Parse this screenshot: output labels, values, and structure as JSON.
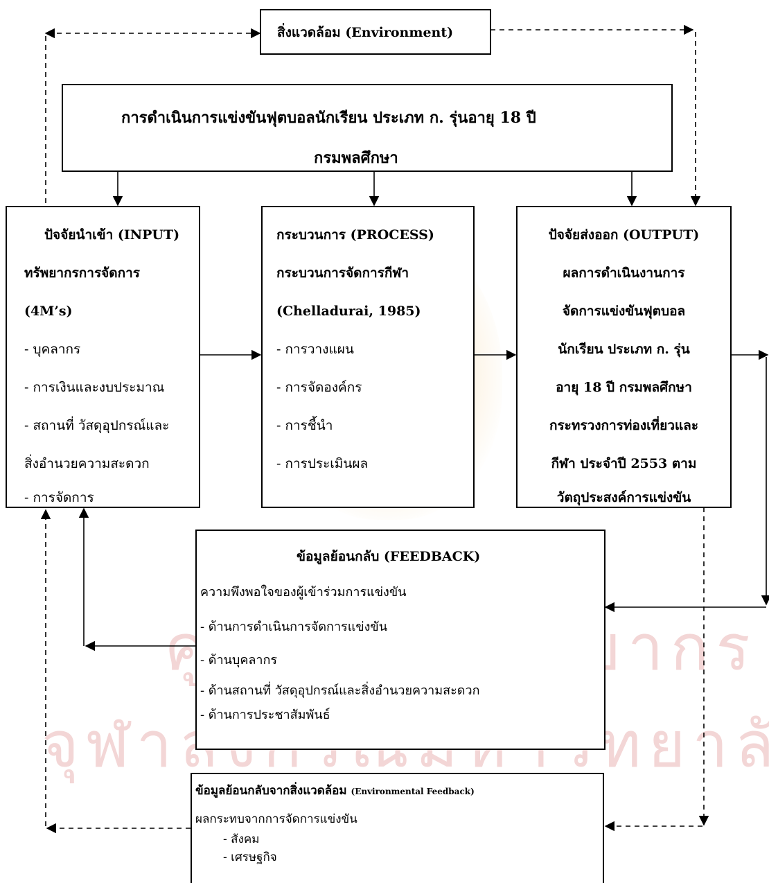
{
  "environment": {
    "label": "สิ่งแวดล้อม (Environment)"
  },
  "title": {
    "line1": "การดำเนินการแข่งขันฟุตบอลนักเรียน ประเภท ก. รุ่นอายุ 18 ปี",
    "line2": "กรมพลศึกษา"
  },
  "input": {
    "heading": "ปัจจัยนำเข้า (INPUT)",
    "subheading": "ทรัพยากรการจัดการ",
    "subheading2": "(4M’s)",
    "items": [
      "- บุคลากร",
      "- การเงินและงบประมาณ",
      "- สถานที่ วัสดุอุปกรณ์และ",
      "สิ่งอำนวยความสะดวก",
      "- การจัดการ"
    ]
  },
  "process": {
    "heading": "กระบวนการ (PROCESS)",
    "subheading": "กระบวนการจัดการกีฬา",
    "subheading2": "(Chelladurai, 1985)",
    "items": [
      "- การวางแผน",
      "- การจัดองค์กร",
      "- การชี้นำ",
      "- การประเมินผล"
    ]
  },
  "output": {
    "heading": "ปัจจัยส่งออก (OUTPUT)",
    "lines": [
      "ผลการดำเนินงานการ",
      "จัดการแข่งขันฟุตบอล",
      "นักเรียน ประเภท ก. รุ่น",
      "อายุ 18 ปี กรมพลศึกษา",
      "กระทรวงการท่องเที่ยวและ",
      "กีฬา ประจำปี 2553 ตาม",
      "วัตถุประสงค์การแข่งขัน"
    ]
  },
  "feedback": {
    "heading": "ข้อมูลย้อนกลับ (FEEDBACK)",
    "intro": "ความพึงพอใจของผู้เข้าร่วมการแข่งขัน",
    "items": [
      "- ด้านการดำเนินการจัดการแข่งขัน",
      "- ด้านบุคลากร",
      "- ด้านสถานที่ วัสดุอุปกรณ์และสิ่งอำนวยความสะดวก",
      "- ด้านการประชาสัมพันธ์"
    ]
  },
  "env_feedback": {
    "heading": "ข้อมูลย้อนกลับจากสิ่งแวดล้อม",
    "heading_en": "(Environmental Feedback)",
    "intro": "ผลกระทบจากการจัดการแข่งขัน",
    "items": [
      "- สังคม",
      "- เศรษฐกิจ"
    ]
  },
  "watermark": {
    "line1": "ศูนย์วิทยทรัพยากร",
    "line2": "จุฬาลงกรณ์มหาวิทยาลัย"
  },
  "colors": {
    "line": "#000000",
    "watermark": "#f3d6d6"
  }
}
